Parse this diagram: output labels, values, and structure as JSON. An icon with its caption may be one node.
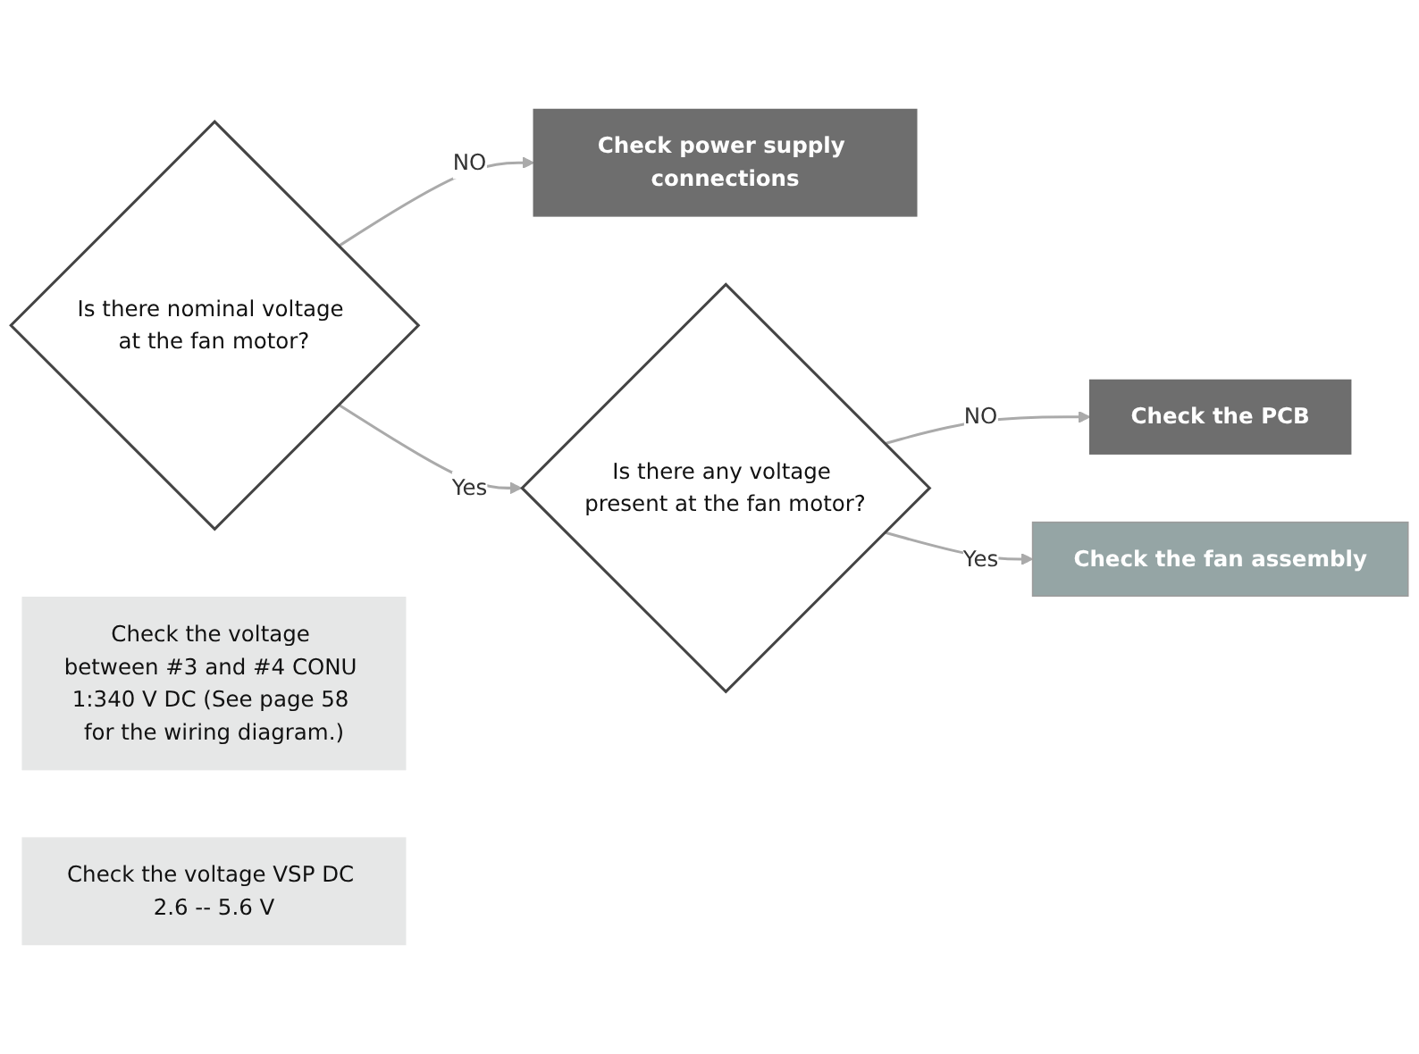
{
  "diagram": {
    "nodes": [
      {
        "text": [
          "Is there nominal voltage at the fan motor?"
        ]
      },
      {
        "text": [
          "Check power supply connections"
        ]
      },
      {
        "text": [
          "Check the voltage between #3 and #4 CONU 1:340 V DC (See page 58 for the wiring diagram.)"
        ]
      },
      {
        "text": [
          "Is there any voltage present at the fan motor?"
        ]
      },
      {
        "text": [
          "Check the PCB"
        ]
      },
      {
        "text": [
          "Check the voltage VSP DC 2.6 -- 5.6 V"
        ]
      },
      {
        "text": [
          "Check the fan assembly"
        ]
      }
    ],
    "edges": [
      {
        "from": 0,
        "to": 1,
        "arrow": "to",
        "label": "NO"
      },
      {
        "from": 0,
        "to": 3,
        "arrow": "to",
        "label": "Yes"
      },
      {
        "from": 3,
        "to": 4,
        "arrow": "to",
        "label": "NO"
      },
      {
        "from": 3,
        "to": 6,
        "arrow": "to",
        "label": "Yes"
      }
    ]
  }
}
